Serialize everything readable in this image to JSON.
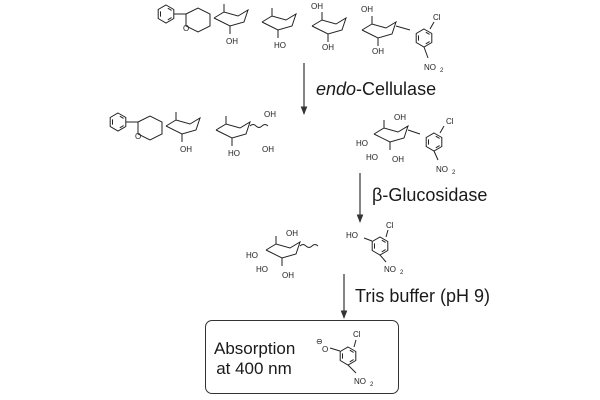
{
  "steps": {
    "step1_prefix": "endo",
    "step1_suffix": "-Cellulase",
    "step2": "β-Glucosidase",
    "step3": "Tris buffer (pH 9)"
  },
  "result": {
    "line1": "Absorption",
    "line2": "at 400 nm"
  },
  "atoms": {
    "oh": "OH",
    "ho": "HO",
    "cl": "Cl",
    "no2": "NO",
    "no2_sub": "2",
    "o": "O",
    "o_minus": "⊖"
  },
  "colors": {
    "ink": "#222222",
    "box_border": "#333333"
  }
}
